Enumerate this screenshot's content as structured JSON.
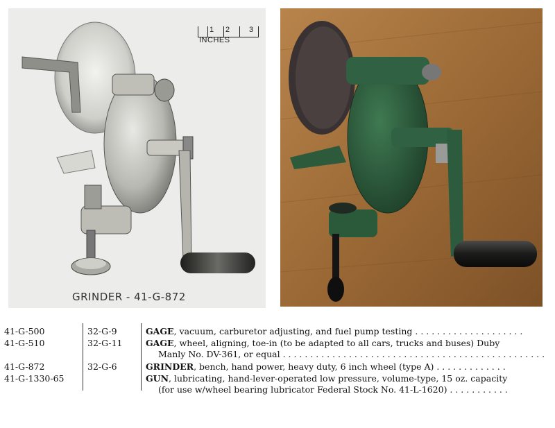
{
  "left_photo": {
    "caption": "GRINDER - 41-G-872",
    "scale": {
      "ticks": [
        "1",
        "2",
        "3"
      ],
      "unit": "INCHES"
    }
  },
  "listing": {
    "rows": [
      {
        "col1": "41-G-500",
        "col2": "32-G-9",
        "keyword": "GAGE",
        "desc": ", vacuum, carburetor adjusting, and fuel pump testing . . . . . . . . . . . . . . . . . . . ."
      },
      {
        "col1": "41-G-510",
        "col2": "32-G-11",
        "keyword": "GAGE",
        "desc": ", wheel, aligning, toe-in (to be adapted to all cars, trucks and buses) Duby",
        "cont": "Manly No. DV-361, or equal . . . . . . . . . . . . . . . . . . . . . . . . . . . . . . . . . . . . . . . . . . . . . . . ."
      },
      {
        "col1": "41-G-872",
        "col2": "32-G-6",
        "keyword": "GRINDER",
        "desc": ", bench, hand power, heavy duty, 6 inch wheel (type A) . . . . . . . . . . . . ."
      },
      {
        "col1": "41-G-1330-65",
        "col2": "",
        "keyword": "GUN",
        "desc": ", lubricating, hand-lever-operated low pressure, volume-type, 15 oz. capacity",
        "cont": "(for use w/wheel bearing lubricator Federal Stock No. 41-L-1620) . . . . . . . . . . ."
      }
    ]
  },
  "colors": {
    "paper": "#ffffff",
    "ink": "#111111",
    "photo_bg": "#ececea",
    "wood": "#a8743f",
    "grinder_green": "#2f5a3c"
  }
}
